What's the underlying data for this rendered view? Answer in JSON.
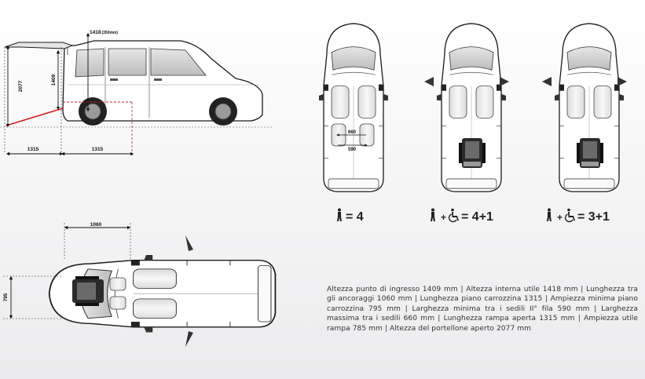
{
  "dimensions": {
    "interior_height": "1418",
    "interior_height_note": "(350mm)",
    "tailgate_height": "2077",
    "entry_height": "1409",
    "ramp_length": "1315",
    "floor_length": "1315",
    "anchor_length": "1060",
    "floor_width": "795",
    "seat_width_max": "660",
    "seat_width_min": "590"
  },
  "configurations": [
    {
      "persons": "4",
      "wheelchair": false,
      "label": "= 4"
    },
    {
      "persons": "4",
      "wheelchair": true,
      "label": "= 4+1"
    },
    {
      "persons": "3",
      "wheelchair": true,
      "label": "= 3+1"
    }
  ],
  "icons": {
    "person": "person-standing-icon",
    "wheelchair": "wheelchair-icon"
  },
  "plus_sign": "+",
  "description": "Altezza punto di ingresso 1409 mm | Altezza interna utile 1418 mm | Lunghezza tra gli ancoraggi 1060 mm | Lunghezza piano carrozzina 1315 | Ampiezza minima piano carrozzina 795 mm | Larghezza minima tra i sedili II° fila 590 mm | Larghezza massima tra i sedili 660 mm | Lunghezza rampa aperta 1315 mm | Ampiezza utile rampa 785 mm | Altezza del portellone aperto 2077 mm",
  "colors": {
    "ramp_line": "#d01c1c",
    "outline": "#1b1b1b",
    "body": "#ffffff",
    "background": "#f2f2f3"
  }
}
